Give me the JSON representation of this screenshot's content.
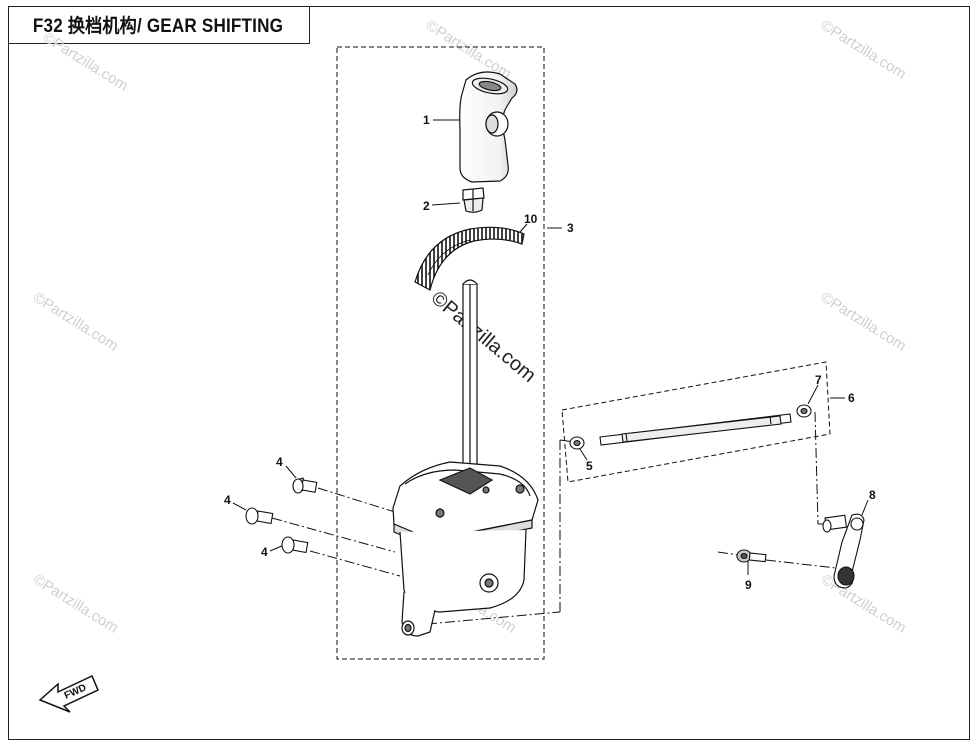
{
  "title": "F32 换档机构/ GEAR SHIFTING",
  "watermark": "©Partzilla.com",
  "fwd_label": "FWD",
  "callouts": {
    "c1": "1",
    "c2": "2",
    "c3": "3",
    "c4a": "4",
    "c4b": "4",
    "c4c": "4",
    "c5": "5",
    "c6": "6",
    "c7": "7",
    "c8": "8",
    "c9": "9",
    "c10": "10"
  },
  "colors": {
    "line": "#111111",
    "watermark": "#d0d0d0"
  }
}
